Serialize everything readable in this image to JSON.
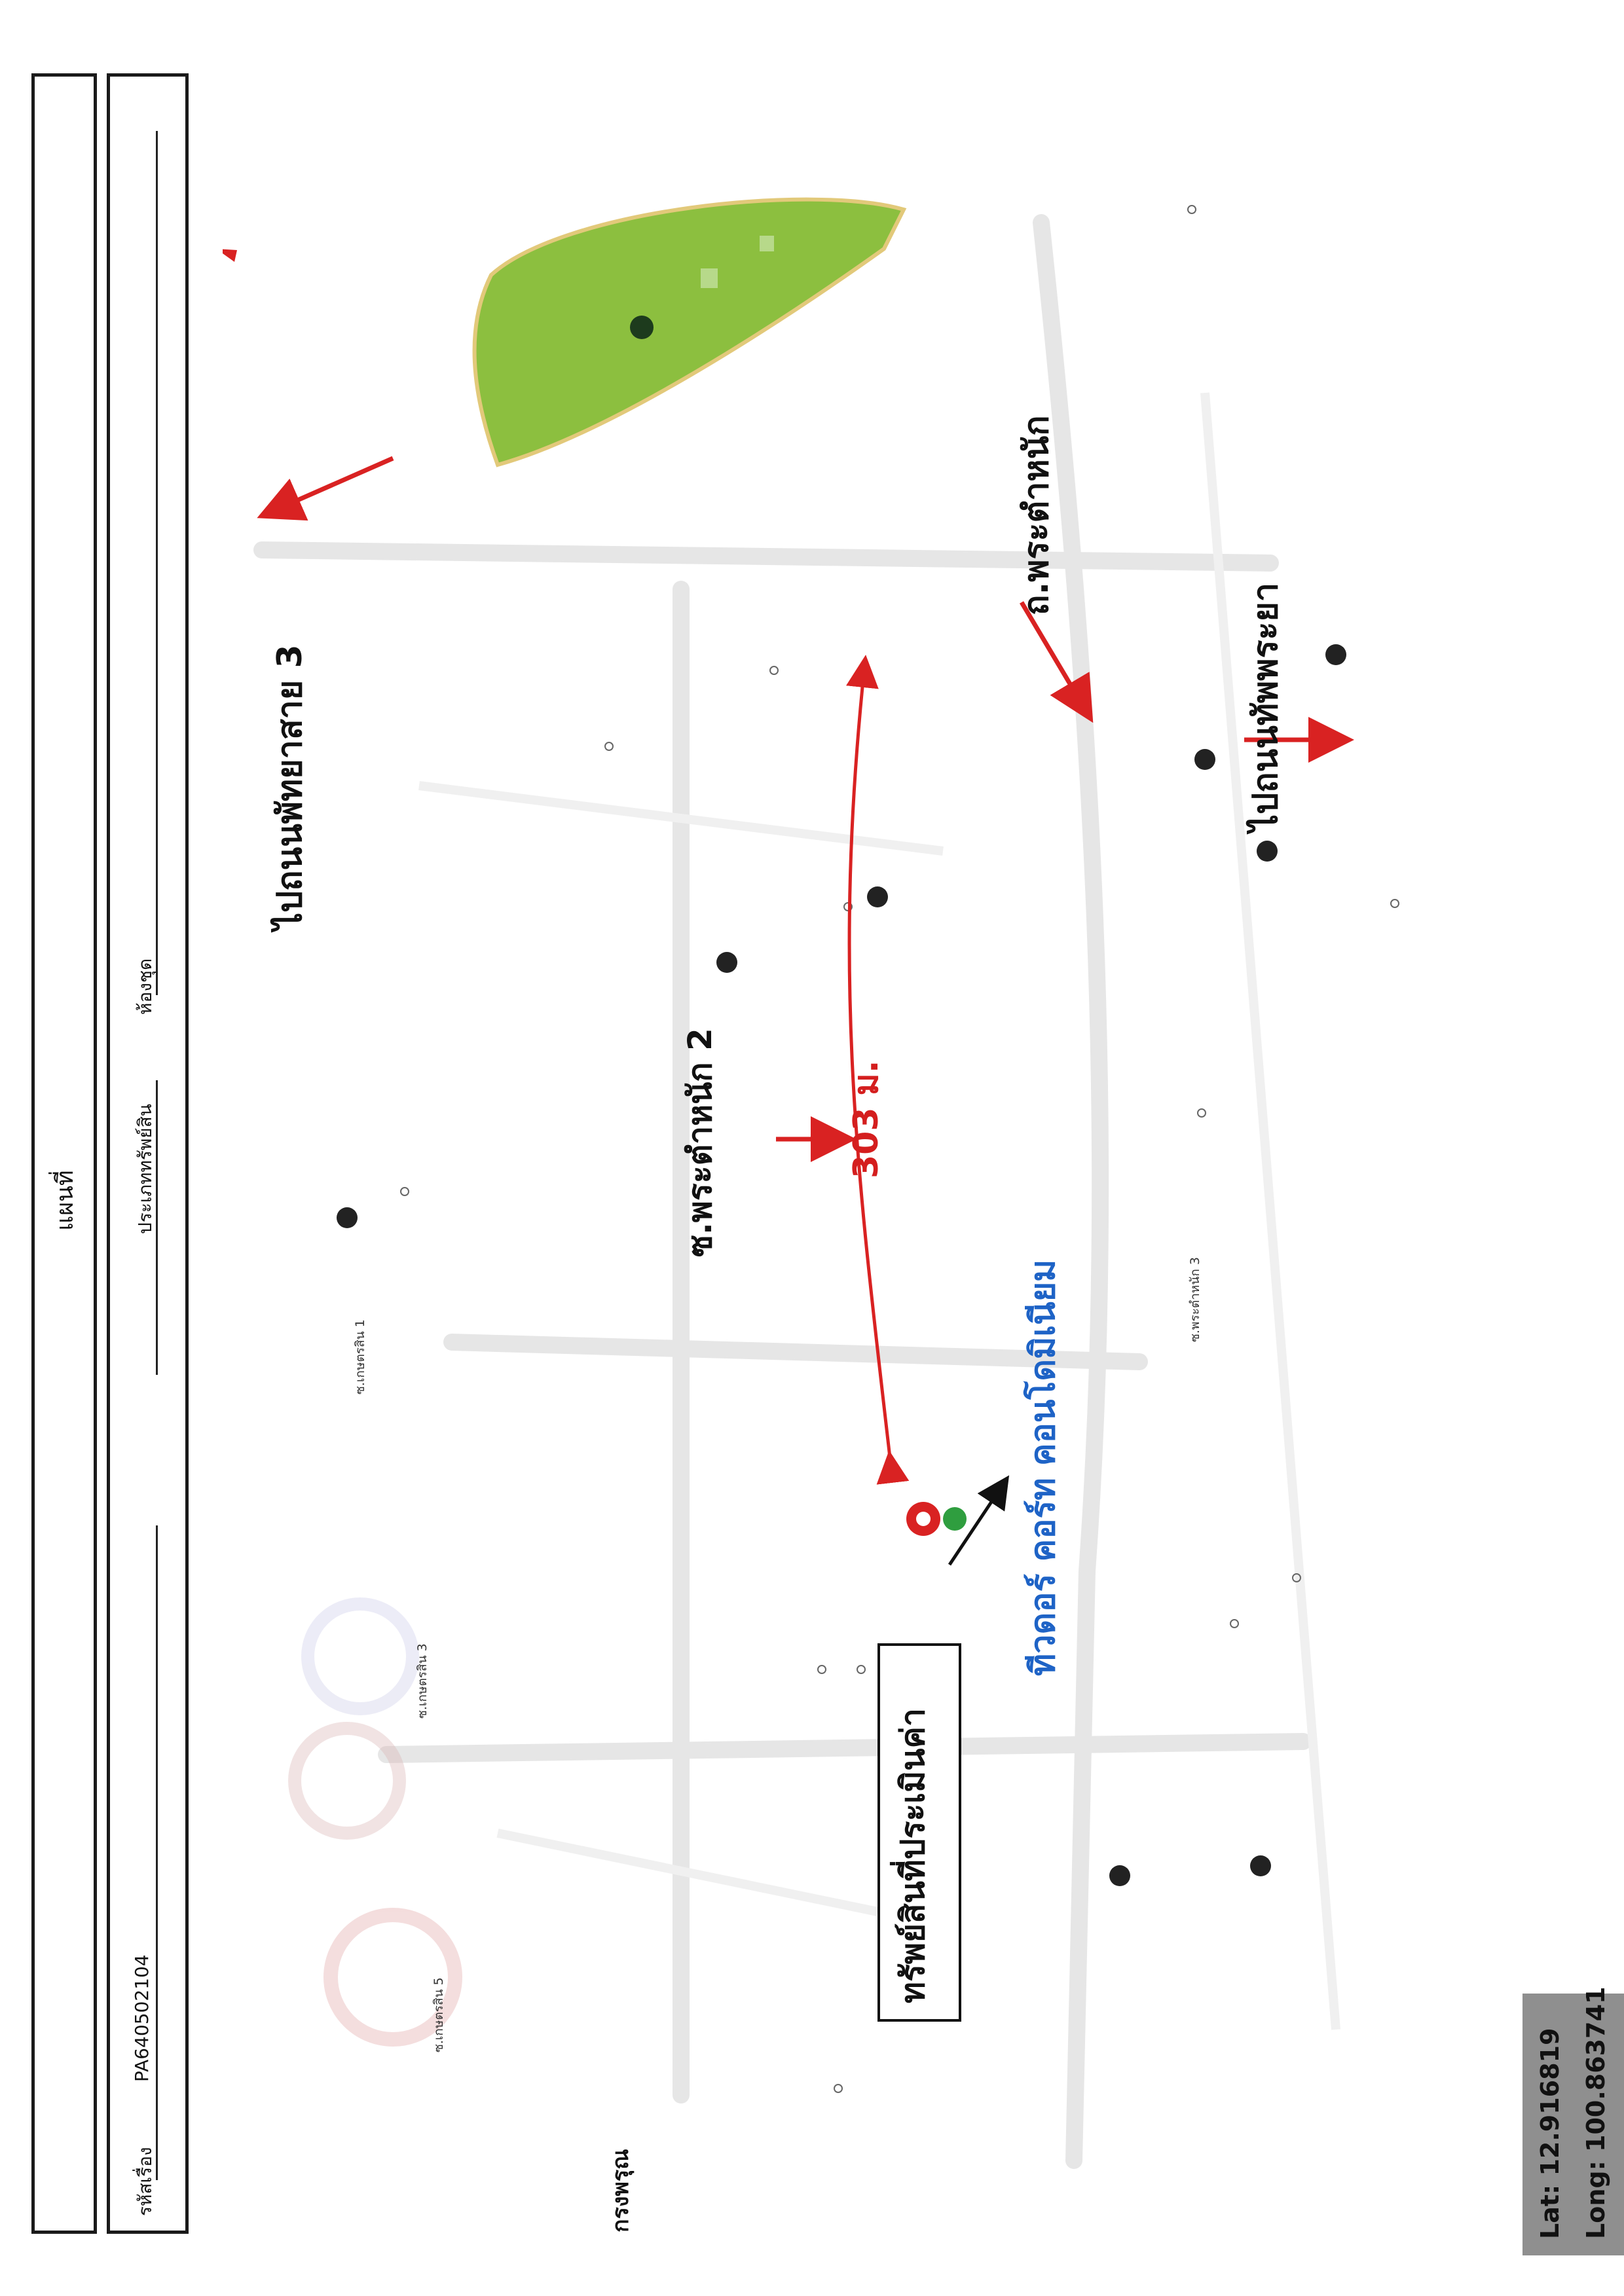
{
  "form": {
    "title": "แผนที่",
    "case_label": "รหัสเรื่อง",
    "case_value": "PA640502104",
    "asset_type_label": "ประเภททรัพย์สิน",
    "asset_type_value": "",
    "unit_label": "ห้องชุด"
  },
  "map": {
    "labels": {
      "road_pattaya3": "ไปถนนพัทยาสาย 3",
      "road_phra_tamnak": "ถ.พระตำหนัก",
      "road_thepprasit": "ไปถนนทัพพระยา",
      "soi_phra_tamnak2": "ซ.พระตำหนัก 2",
      "distance": "303 ม.",
      "project_name": "ทีวดอร์ คอร์ท คอนโดมิเนียม",
      "asset_label": "ทรัพย์สินที่ประเมินค่า",
      "district": "กรงพรุณ"
    },
    "streets": {
      "soi_kasetsin1": "ซ.เกษตรสิน 1",
      "soi_kasetsin3": "ซ.เกษตรสิน 3",
      "soi_kasetsin5": "ซ.เกษตรสิน 5",
      "soi_phra_tamnak3": "ซ.พระตำหนัก 3"
    },
    "coordinates": {
      "lat": "Lat: 12.916819",
      "long": "Long: 100.863741"
    },
    "colors": {
      "park": "#8cbf3f",
      "arrow": "#d92222",
      "project_text": "#1e63c6",
      "distance_text": "#d41e1e",
      "coord_box": "#8f8f8f"
    },
    "icons": [
      "map-pin-icon",
      "poi-marker-icon",
      "hotel-icon",
      "compass-arrow-icon"
    ]
  }
}
